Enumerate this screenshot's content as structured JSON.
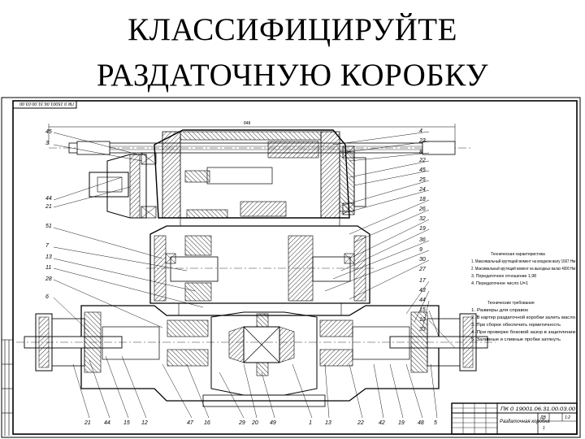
{
  "slide": {
    "title_line1": "КЛАССИФИЦИРУЙТЕ",
    "title_line2": "РАЗДАТОЧНУЮ КОРОБКУ"
  },
  "drawing": {
    "corner_stamp": "ПК 0 15001.06.31.00.03.00",
    "designation": "ПК 0 19001.06.31.00.03.00",
    "title_block_name": "Раздаточная коробка",
    "top_dimension": "848",
    "tech_characteristics_title": "Техническая характеристика",
    "tech_characteristics": [
      "1. Максимальный крутящий момент на входном валу 1667 Нм",
      "2. Максимальный крутящий момент на выходных валах 4000 Нм",
      "3. Передаточное отношение 1,98",
      "4. Передаточное число U=1"
    ],
    "tech_requirements_title": "Технические требования",
    "tech_requirements": [
      "1. Размеры для справок",
      "2. В картер раздаточной коробки залить масло",
      "3. При сборке обеспечить герметичность",
      "4. При проверке боковой зазор в зацеплении",
      "5. Заливные и сливные пробки затянуть"
    ],
    "left_callouts": [
      "45",
      "3",
      "44",
      "21",
      "51",
      "7",
      "13",
      "11",
      "28",
      "6"
    ],
    "right_callouts": [
      "4",
      "23",
      "8",
      "22",
      "45",
      "25",
      "24",
      "18",
      "26",
      "32",
      "19",
      "36",
      "9",
      "30",
      "27",
      "17",
      "43",
      "44",
      "15",
      "10",
      "33"
    ],
    "bottom_callouts": [
      "21",
      "44",
      "15",
      "12",
      "47",
      "16",
      "29",
      "20",
      "49",
      "1",
      "13",
      "22",
      "42",
      "19",
      "48",
      "5"
    ],
    "sheet_mark": "ДВ",
    "scale": "1:2",
    "sheet": "1"
  }
}
